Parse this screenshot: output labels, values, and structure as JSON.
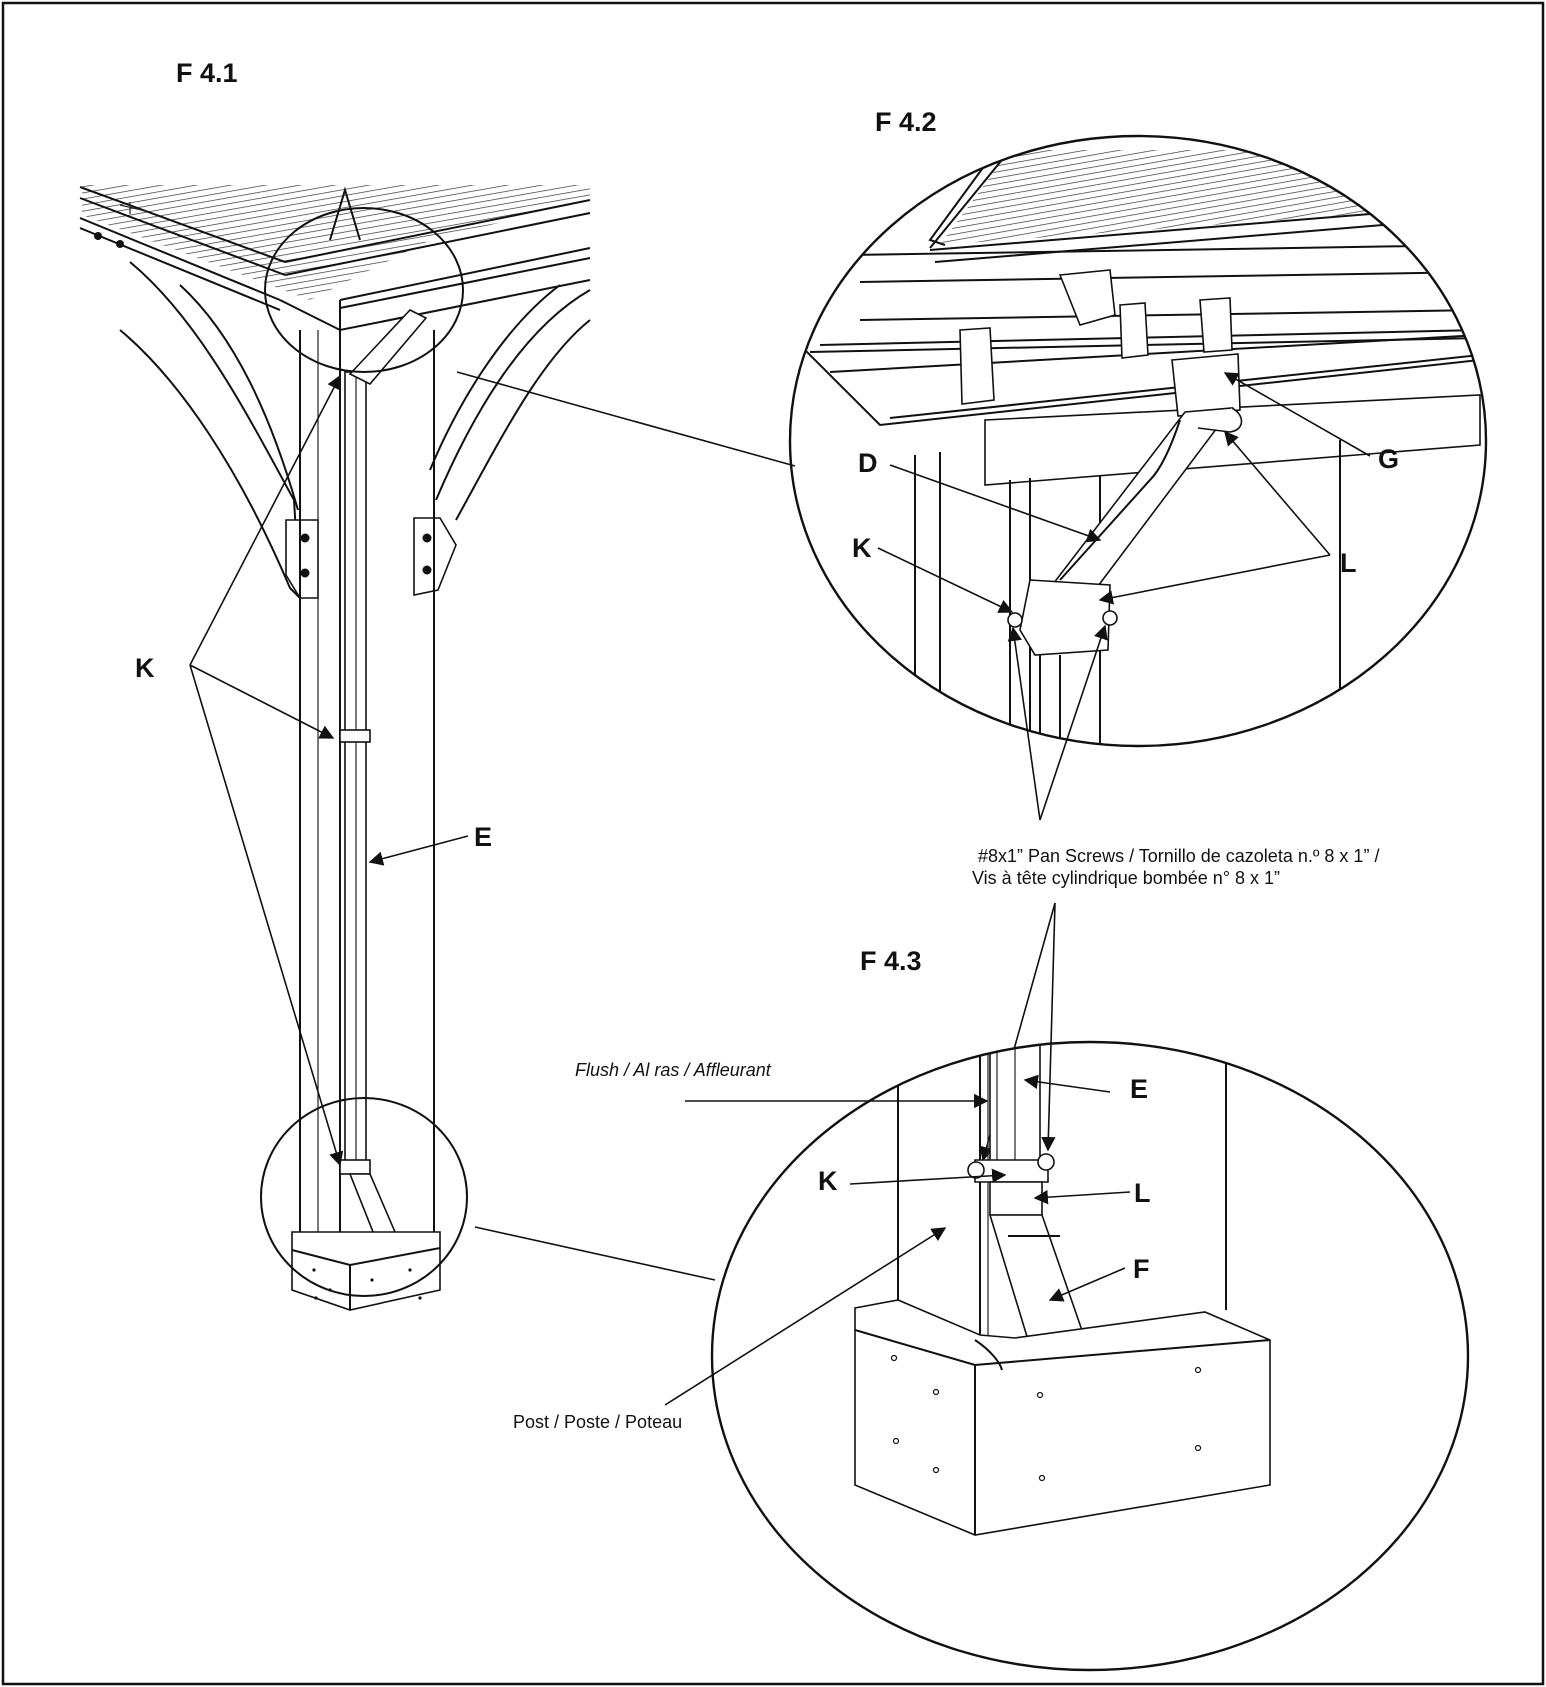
{
  "figures": {
    "f41": {
      "title": "F 4.1"
    },
    "f42": {
      "title": "F 4.2"
    },
    "f43": {
      "title": "F 4.3"
    }
  },
  "callouts": {
    "f41_k": "K",
    "f41_e": "E",
    "f42_d": "D",
    "f42_g": "G",
    "f42_k": "K",
    "f42_l": "L",
    "f43_e": "E",
    "f43_k": "K",
    "f43_l": "L",
    "f43_f": "F"
  },
  "notes": {
    "screws_line1": "#8x1” Pan Screws / Tornillo de cazoleta n.º 8 x 1” /",
    "screws_line2": "Vis à tête cylindrique bombée n° 8 x 1”",
    "flush": "Flush / Al ras / Affleurant",
    "post": "Post / Poste / Poteau"
  }
}
